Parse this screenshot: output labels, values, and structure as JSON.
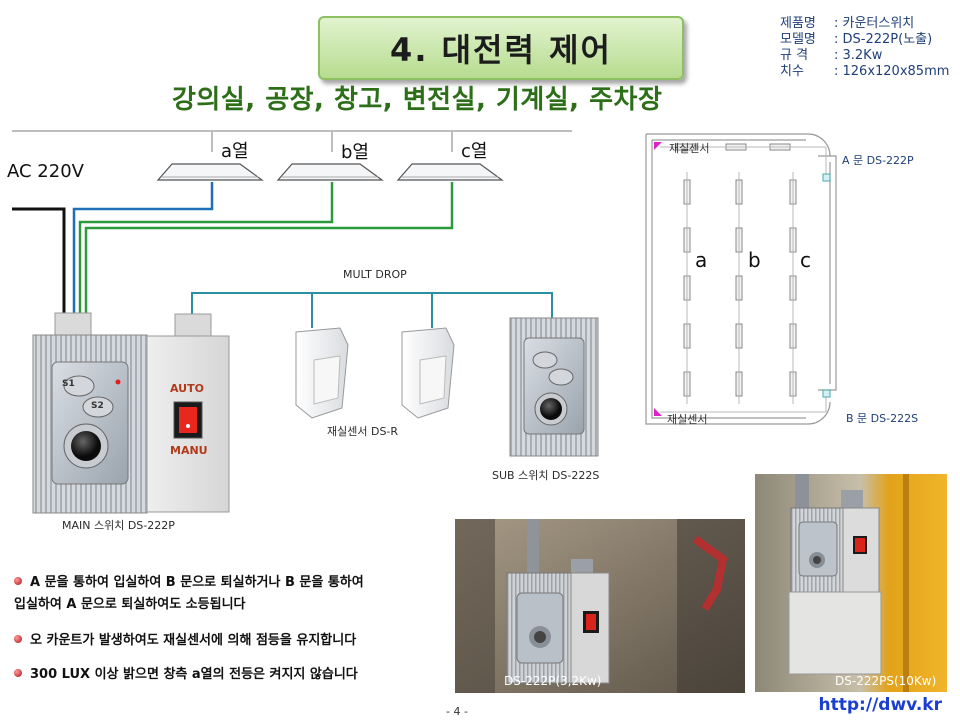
{
  "title": "4. 대전력 제어",
  "subtitle": "강의실, 공장, 창고, 변전실, 기계실, 주차장",
  "spec": {
    "rows": [
      {
        "k": "제품명",
        "v": ": 카운터스위치"
      },
      {
        "k": "모델명",
        "v": ": DS-222P(노출)"
      },
      {
        "k": "규 격",
        "v": ": 3.2Kw"
      },
      {
        "k": "치수",
        "v": ": 126x120x85mm"
      }
    ]
  },
  "wiring": {
    "power_label": "AC 220V",
    "rows": [
      "a열",
      "b열",
      "c열"
    ],
    "bus_label": "MULT DROP",
    "main_label": "MAIN 스위치   DS-222P",
    "sensor_label": "재실센서  DS-R",
    "sub_label": "SUB 스위치   DS-222S",
    "auto_label": "AUTO",
    "manu_label": "MANU",
    "s1": "S1",
    "s2": "S2"
  },
  "floorplan": {
    "sensor_top": "재실센서",
    "sensor_bottom": "재실센서",
    "door_a": "A 문 DS-222P",
    "door_b": "B 문 DS-222S",
    "cols": [
      "a",
      "b",
      "c"
    ]
  },
  "bullets": [
    "A 문을 통하여 입실하여 B 문으로 퇴실하거나 B 문을 통하여\n입실하여 A 문으로 퇴실하여도 소등됩니다",
    "오 카운트가 발생하여도 재실센서에 의해 점등을 유지합니다",
    "300 LUX 이상 밝으면 창측 a열의 전등은 켜지지 않습니다"
  ],
  "photos": [
    "DS-222P(3,2Kw)",
    "DS-222PS(10Kw)"
  ],
  "page": "- 4 -",
  "url": "http://dwv.kr"
}
